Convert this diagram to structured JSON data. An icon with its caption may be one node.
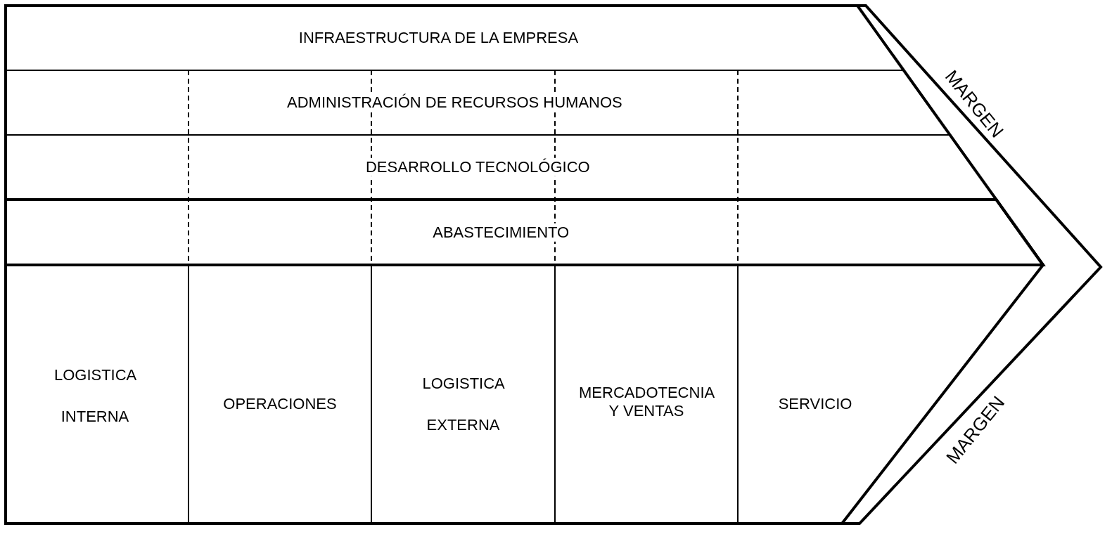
{
  "diagram": {
    "nodes": [
      {
        "text": [
          "INFRAESTRUCTURA DE LA EMPRESA"
        ]
      },
      {
        "text": [
          "ADMINISTRACIÓN DE RECURSOS HUMANOS"
        ]
      },
      {
        "text": [
          "DESARROLLO TECNOLÓGICO"
        ]
      },
      {
        "text": [
          "ABASTECIMIENTO"
        ]
      },
      {
        "text": [
          "LOGISTICA INTERNA"
        ]
      },
      {
        "text": [
          "OPERACIONES"
        ]
      },
      {
        "text": [
          "LOGISTICA EXTERNA"
        ]
      },
      {
        "text": [
          "MERCADOTECNIA Y VENTAS"
        ]
      },
      {
        "text": [
          "SERVICIO"
        ]
      },
      {
        "text": [
          "MARGEN",
          "MARGEN"
        ]
      }
    ],
    "edges": []
  }
}
